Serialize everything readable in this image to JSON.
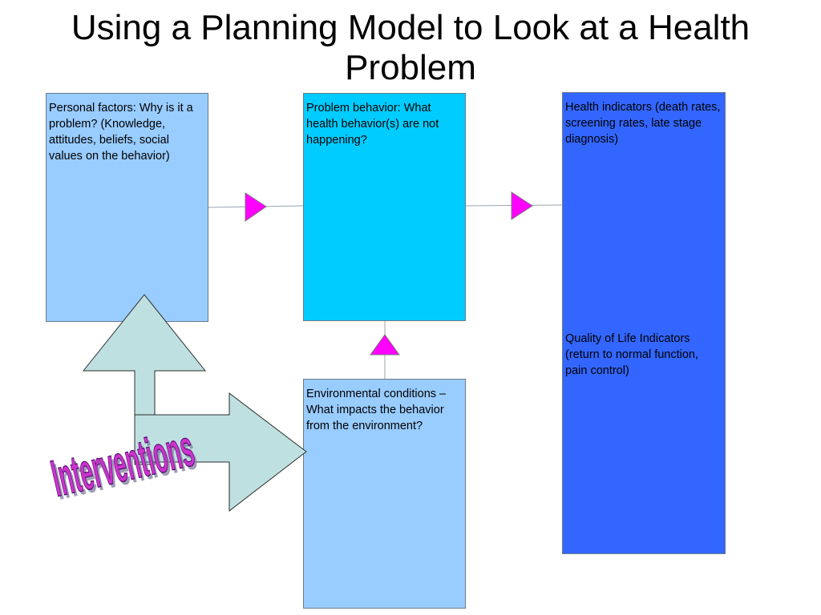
{
  "slide": {
    "title": "Using a Planning Model to Look at a Health Problem"
  },
  "boxes": {
    "personal_factors": "Personal factors:  Why is it a problem? (Knowledge, attitudes, beliefs, social values on the behavior)",
    "problem_behavior": "Problem behavior: What health behavior(s) are not happening?",
    "health_indicators": "Health indicators (death rates, screening rates, late stage diagnosis)",
    "quality_of_life": "Quality of Life Indicators (return to normal function, pain control)",
    "environmental_conditions": "Environmental conditions – What impacts the behavior from the environment?"
  },
  "wordart": {
    "interventions": "Interventions"
  },
  "colors": {
    "personal_box": "#99ccff",
    "problem_box": "#00ccff",
    "health_box": "#3366ff",
    "environment_box": "#99ccff",
    "arrow_head": "#ff00ff",
    "block_arrow": "#bfe0e0",
    "wordart_fill": "#cc33cc"
  }
}
